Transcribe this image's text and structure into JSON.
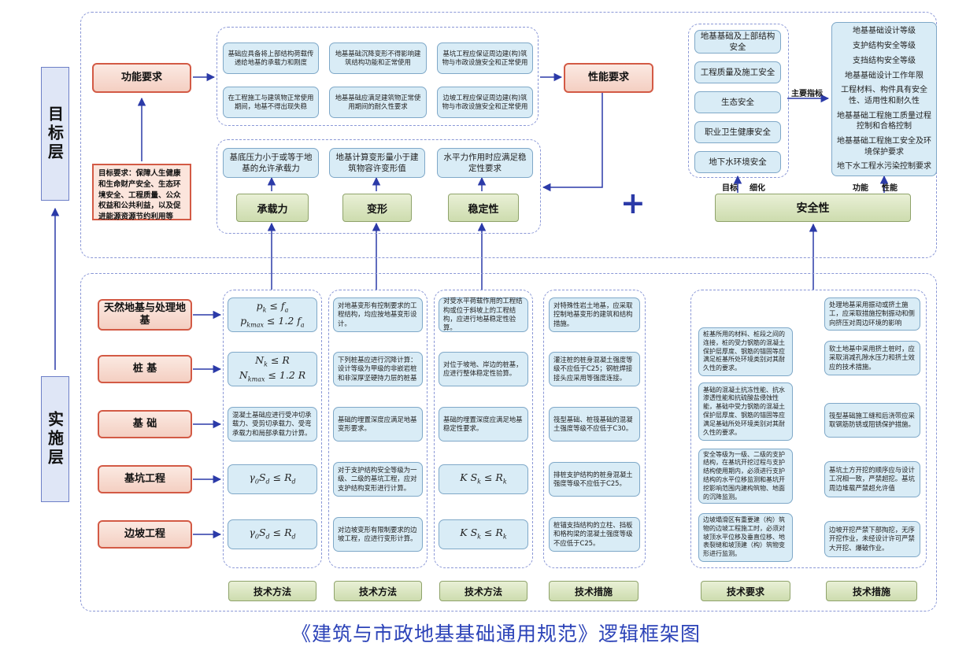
{
  "layers": {
    "target": "目标层",
    "implementation": "实施层"
  },
  "top": {
    "functional_req": "功能要求",
    "performance_req": "性能要求",
    "goal_text": "目标要求：保障人生健康和生命财产安全、生态环境安全、工程质量、公众权益和公共利益，以及促进能源资源节约利用等",
    "func_items": [
      "基础应具备将上部结构荷载传递给地基的承载力和刚度",
      "地基基础沉降变形不得影响建筑结构功能和正常使用",
      "基坑工程应保证周边建(构)筑物与市政设施安全和正常使用",
      "在工程施工与建筑物正常使用期间，地基不得出现失稳",
      "地基基础应满足建筑物正常使用期间的耐久性要求",
      "边坡工程应保证周边建(构)筑物与市政设施安全和正常使用"
    ],
    "perf_items": [
      "基底压力小于或等于地基的允许承载力",
      "地基计算变形量小于建筑物容许变形值",
      "水平力作用时应满足稳定性要求"
    ],
    "perf_labels": [
      "承载力",
      "变形",
      "稳定性"
    ],
    "plus": "+",
    "safety_items": [
      "地基基础及上部结构安全",
      "工程质量及施工安全",
      "生态安全",
      "职业卫生健康安全",
      "地下水环境安全"
    ],
    "grade_items": [
      "地基基础设计等级",
      "支护结构安全等级",
      "支挡结构安全等级",
      "地基基础设计工作年限",
      "工程材料、构件具有安全性、适用性和耐久性",
      "地基基础工程施工质量过程控制和合格控制",
      "地基基础工程施工安全及环境保护要求",
      "地下水工程水污染控制要求"
    ],
    "main_index": "主要指标",
    "target_label": "目标",
    "refine_label": "细化",
    "function_label": "功能",
    "performance_label": "性能",
    "safety": "安全性"
  },
  "rows": [
    "天然地基与处理地基",
    "桩 基",
    "基 础",
    "基坑工程",
    "边坡工程"
  ],
  "col1_method": [
    "pk ≤ fa|pkmax ≤ 1.2 fa",
    "Nk ≤ R|Nkmax ≤ 1.2 R",
    "混凝土基础应进行受冲切承载力、受剪切承载力、受弯承载力和局部承载力计算。",
    "γ0Sd ≤ Rd",
    "γ0Sd ≤ Rd"
  ],
  "col2_method": [
    "对地基变形有控制要求的工程结构，均应按地基变形设计。",
    "下列桩基应进行沉降计算：设计等级为甲级的非嵌岩桩和非深厚坚硬持力层的桩基",
    "基础的埋置深度应满足地基变形要求。",
    "对于支护结构安全等级为一级、二级的基坑工程，应对支护结构变形进行计算。",
    "对边坡变形有限制要求的边坡工程，应进行变形计算。"
  ],
  "col3_method": [
    "对受水平荷载作用的工程结构或位于斜坡上的工程结构，应进行地基稳定性验算。",
    "对位于坡地、岸边的桩基，应进行整体稳定性验算。",
    "基础的埋置深度应满足地基稳定性要求。",
    "KSk ≤ Rk",
    "KSk ≤ Rk"
  ],
  "col4_measure": [
    "对特殊性岩土地基，应采取控制地基变形的建筑和结构措施。",
    "灌注桩的桩身混凝土强度等级不应低于C25；钢桩焊接接头应采用等强度连接。",
    "筏型基础、桩筏基础的混凝土强度等级不应低于C30。",
    "排桩支护结构的桩身混凝土强度等级不应低于C25。",
    "桩锚支挡结构的立柱、挡板和格构梁的混凝土强度等级不应低于C25。"
  ],
  "col5_req": [
    "桩基所用的材料、桩段之间的连接，桩的受力钢筋的混凝土保护层厚度、钢筋的锚固等应满足桩基所处环境类别对其耐久性的要求。",
    "基础的混凝土抗冻性能、抗水渗透性能和抗硫酸盐侵蚀性能，基础中受力钢筋的混凝土保护层厚度、钢筋的锚固等应满足基础所处环境类别对其耐久性的要求。",
    "安全等级为一级、二级的支护结构，在基坑开挖过程与支护结构使用期内，必须进行支护结构的水平位移监测和基坑开挖影响范围内建构筑物、地面的沉降监测。",
    "边坡塌滑区有重要建（构）筑物的边坡工程施工时，必须对坡顶水平位移及垂直位移、地表裂缝和坡顶建（构）筑物变形进行监测。"
  ],
  "col6_measure": [
    "处理地基采用振动或挤土施工，应采取措施控制振动和侧向挤压对周边环境的影响",
    "软土地基中采用挤土桩时，应采取消减孔隙水压力和挤土效应的技术措施。",
    "筏型基础施工缝和后浇带应采取钢筋防锈或阻锈保护措施。",
    "基坑土方开挖的顺序应与设计工况相一致，严禁超挖。基坑周边堆载严禁超允许值",
    "边坡开挖严禁下部掏挖，无序开挖作业，未经设计许可严禁大开挖、爆破作业。"
  ],
  "bottom_labels": [
    "技术方法",
    "技术方法",
    "技术方法",
    "技术措施",
    "技术要求",
    "技术措施"
  ],
  "caption": "《建筑与市政地基基础通用规范》逻辑框架图",
  "colors": {
    "arrow": "#2b3aa8",
    "frame": "#8a97d6",
    "red_border": "#d35a45",
    "blue_fill": "#d9ecf6",
    "green_fill": "#cddcae"
  }
}
